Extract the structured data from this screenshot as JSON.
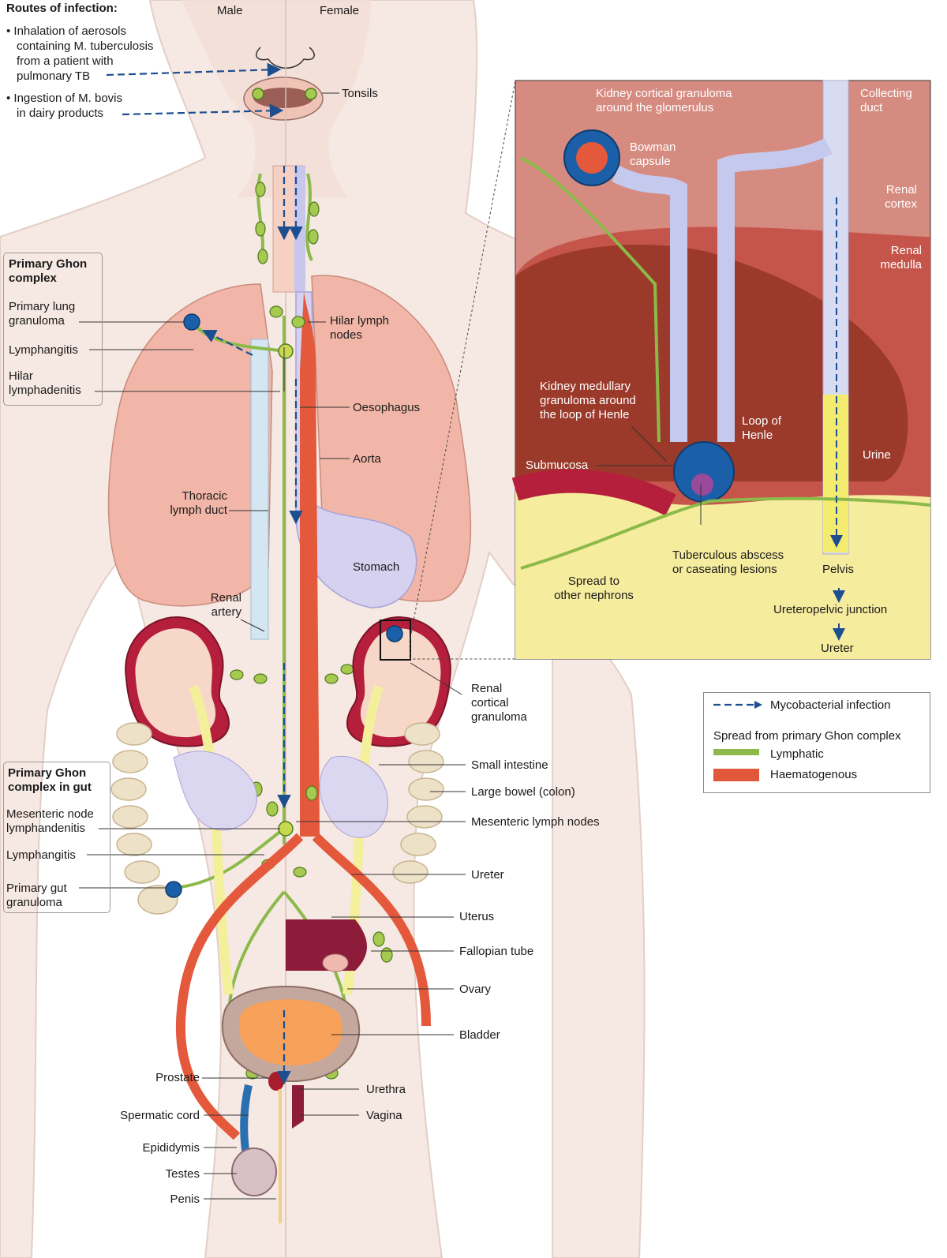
{
  "routes": {
    "title": "Routes of infection:",
    "bullet1": [
      "Inhalation of aerosols",
      "containing M. tuberculosis",
      "from a patient with",
      "pulmonary TB"
    ],
    "bullet2": [
      "Ingestion of M. bovis",
      "in dairy products"
    ]
  },
  "sex": {
    "male": "Male",
    "female": "Female"
  },
  "labels": {
    "tonsils": "Tonsils",
    "hilar_lymph_nodes": [
      "Hilar lymph",
      "nodes"
    ],
    "oesophagus": "Oesophagus",
    "aorta": "Aorta",
    "thoracic_duct": [
      "Thoracic",
      "lymph duct"
    ],
    "stomach": "Stomach",
    "renal_artery": [
      "Renal",
      "artery"
    ],
    "renal_cortical_granuloma": [
      "Renal",
      "cortical",
      "granuloma"
    ],
    "small_intestine": "Small intestine",
    "large_bowel": "Large bowel (colon)",
    "mesenteric_lymph_nodes": "Mesenteric lymph nodes",
    "ureter": "Ureter",
    "uterus": "Uterus",
    "fallopian_tube": "Fallopian tube",
    "ovary": "Ovary",
    "bladder": "Bladder",
    "urethra": "Urethra",
    "vagina": "Vagina",
    "prostate": "Prostate",
    "spermatic_cord": "Spermatic cord",
    "epididymis": "Epididymis",
    "testes": "Testes",
    "penis": "Penis"
  },
  "ghon_lung": {
    "title": [
      "Primary Ghon",
      "complex"
    ],
    "primary_lung_granuloma": [
      "Primary lung",
      "granuloma"
    ],
    "lymphangitis": "Lymphangitis",
    "hilar_lymphadenitis": [
      "Hilar",
      "lymphadenitis"
    ]
  },
  "ghon_gut": {
    "title": [
      "Primary Ghon",
      "complex in gut"
    ],
    "mesenteric_node": [
      "Mesenteric node",
      "lymphandenitis"
    ],
    "lymphangitis": "Lymphangitis",
    "primary_gut_granuloma": [
      "Primary gut",
      "granuloma"
    ]
  },
  "inset": {
    "kidney_cortical_granuloma": [
      "Kidney cortical granuloma",
      "around the glomerulus"
    ],
    "bowman_capsule": [
      "Bowman",
      "capsule"
    ],
    "collecting_duct": [
      "Collecting",
      "duct"
    ],
    "renal_cortex": [
      "Renal",
      "cortex"
    ],
    "renal_medulla": [
      "Renal",
      "medulla"
    ],
    "kidney_medullary_granuloma": [
      "Kidney medullary",
      "granuloma around",
      "the loop of Henle"
    ],
    "loop_of_henle": [
      "Loop of",
      "Henle"
    ],
    "submucosa": "Submucosa",
    "urine": "Urine",
    "tuberculous_abscess": [
      "Tuberculous abscess",
      "or caseating lesions"
    ],
    "spread_other_nephrons": [
      "Spread to",
      "other nephrons"
    ],
    "pelvis": "Pelvis",
    "ureteropelvic_junction": "Ureteropelvic junction",
    "ureter": "Ureter"
  },
  "legend": {
    "mycobacterial": "Mycobacterial infection",
    "spread_title": "Spread from primary Ghon complex",
    "lymphatic": "Lymphatic",
    "haematogenous": "Haematogenous"
  },
  "colors": {
    "infection_arrow": "#1d4e8f",
    "lymphatic": "#8cba4a",
    "haematogenous": "#e1573a",
    "granuloma": "#1a5fa8",
    "skin": "#f6e6e0",
    "lung": "#f0b6a6"
  }
}
